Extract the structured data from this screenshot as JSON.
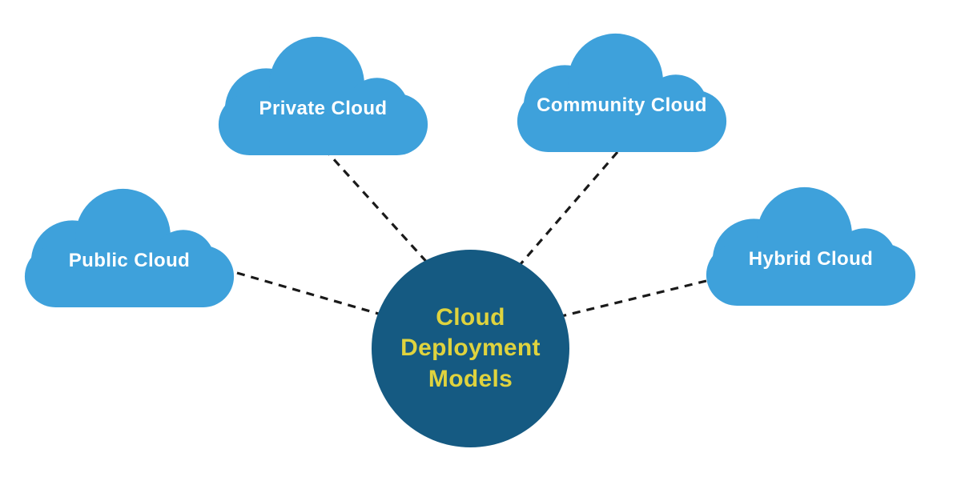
{
  "diagram": {
    "title": "Cloud Deployment Models",
    "center": {
      "label": "Cloud Deployment Models",
      "fill": "#155a82",
      "text_color": "#dfd33e"
    },
    "clouds": [
      {
        "id": "public-cloud",
        "label": "Public Cloud"
      },
      {
        "id": "private-cloud",
        "label": "Private Cloud"
      },
      {
        "id": "community-cloud",
        "label": "Community Cloud"
      },
      {
        "id": "hybrid-cloud",
        "label": "Hybrid Cloud"
      }
    ],
    "cloud_style": {
      "fill": "#3ea1db",
      "text_color": "#ffffff"
    },
    "connector": {
      "color": "#1a1a1a",
      "style": "dashed"
    },
    "background": "#ffffff"
  }
}
